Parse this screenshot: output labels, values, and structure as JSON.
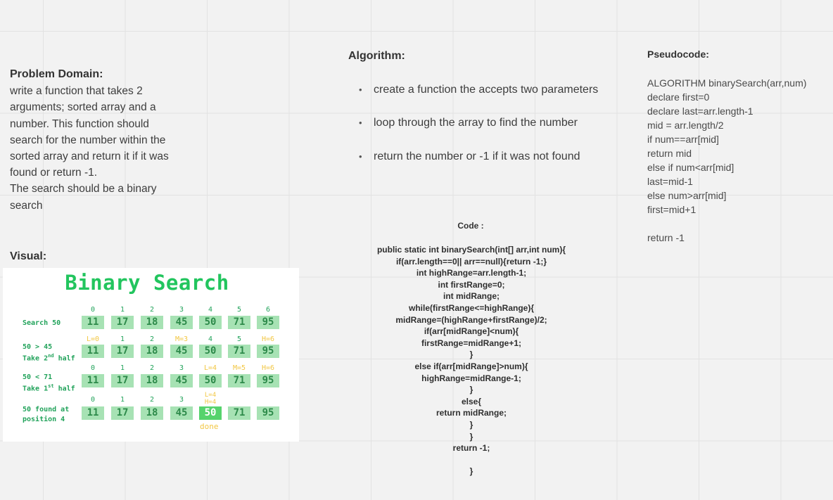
{
  "problem": {
    "heading": "Problem Domain:",
    "lines": [
      "write a function that takes 2",
      "arguments; sorted array and a",
      "number. This function should",
      "search for the number within the",
      "sorted array and return it if it was",
      "found or return -1.",
      "The search should be a binary",
      "search"
    ]
  },
  "visual": {
    "heading": "Visual:",
    "title": "Binary Search",
    "rows": [
      {
        "label": "Search 50",
        "indices": [
          "0",
          "1",
          "2",
          "3",
          "4",
          "5",
          "6"
        ],
        "values": [
          "11",
          "17",
          "18",
          "45",
          "50",
          "71",
          "95"
        ]
      },
      {
        "label": "50 > 45",
        "sublabel": "Take 2nd half",
        "indices": [
          "L=0",
          "1",
          "2",
          "M=3",
          "4",
          "5",
          "H=6"
        ],
        "values": [
          "11",
          "17",
          "18",
          "45",
          "50",
          "71",
          "95"
        ]
      },
      {
        "label": "50 < 71",
        "sublabel": "Take 1st half",
        "indices": [
          "0",
          "1",
          "2",
          "3",
          "L=4",
          "M=5",
          "H=6"
        ],
        "values": [
          "11",
          "17",
          "18",
          "45",
          "50",
          "71",
          "95"
        ]
      },
      {
        "label": "50 found at",
        "sublabel": "position 4",
        "indices": [
          "0",
          "1",
          "2",
          "3",
          "L=4 H=4",
          "",
          ""
        ],
        "values": [
          "11",
          "17",
          "18",
          "45",
          "50",
          "71",
          "95"
        ]
      }
    ],
    "done_label": "done",
    "colors": {
      "title": "#22c55e",
      "cell": "#a7e2b4",
      "cell_highlight": "#56d36c",
      "marker": "#f2c744"
    }
  },
  "algorithm": {
    "heading": "Algorithm:",
    "items": [
      "create a function the accepts two parameters",
      "loop through the array to find the number",
      "return the number or -1 if it was not found"
    ]
  },
  "pseudocode": {
    "heading": "Pseudocode:",
    "lines": [
      "ALGORITHM binarySearch(arr,num)",
      "declare first=0",
      "declare last=arr.length-1",
      "mid = arr.length/2",
      "if num==arr[mid]",
      "return mid",
      "else if num<arr[mid]",
      "last=mid-1",
      "else num>arr[mid]",
      "first=mid+1",
      "",
      "return -1"
    ]
  },
  "code": {
    "heading": "Code :",
    "lines": [
      "public static int binarySearch(int[] arr,int num){",
      "if(arr.length==0|| arr==null){return -1;}",
      "int highRange=arr.length-1;",
      "int firstRange=0;",
      "int midRange;",
      "while(firstRange<=highRange){",
      "midRange=(highRange+firstRange)/2;",
      "if(arr[midRange]<num){",
      "firstRange=midRange+1;",
      "}",
      "else if(arr[midRange]>num){",
      "highRange=midRange-1;",
      "}",
      "else{",
      "return midRange;",
      "}",
      "}",
      "return -1;",
      "",
      "}"
    ]
  }
}
